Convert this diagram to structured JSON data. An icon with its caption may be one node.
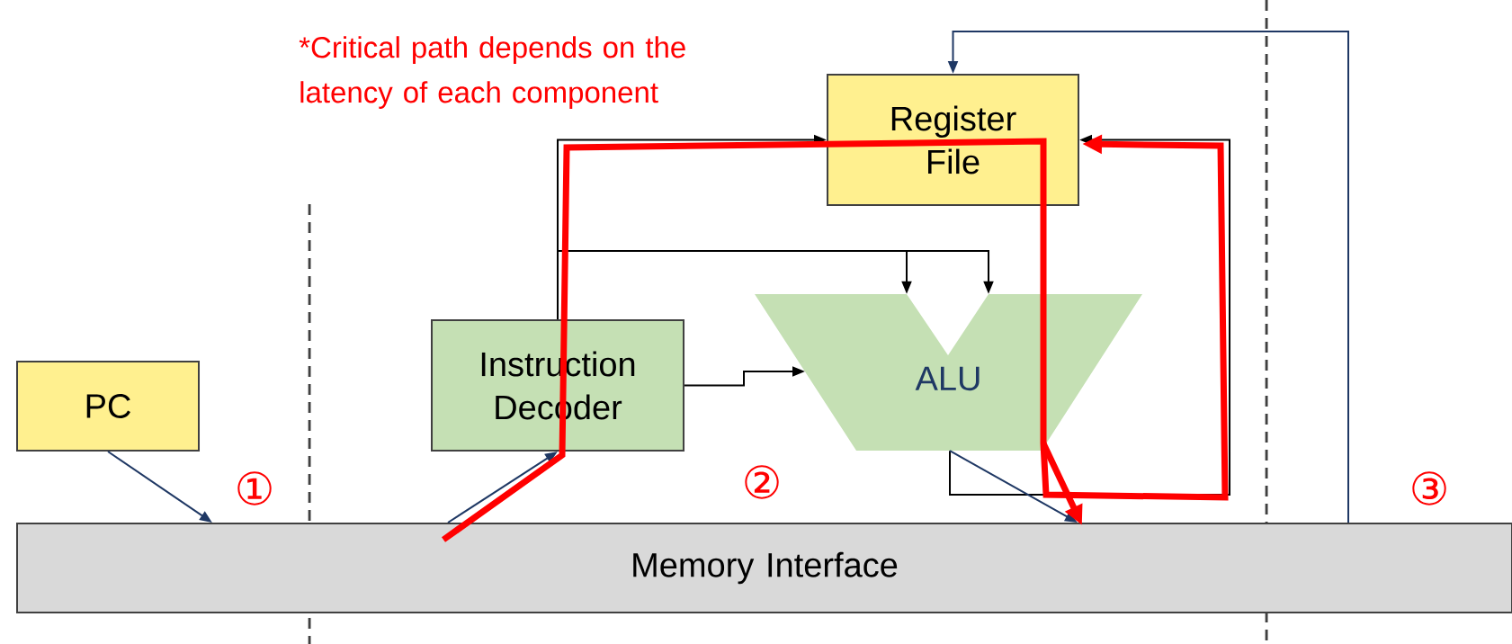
{
  "diagram": {
    "nodes": [
      {
        "text": [
          "PC"
        ]
      },
      {
        "text": [
          "Memory Interface"
        ]
      },
      {
        "text": [
          "Instruction Decoder"
        ]
      },
      {
        "text": [
          "Register File"
        ]
      },
      {
        "text": [
          "ALU"
        ]
      }
    ],
    "edges": [
      {
        "from": 0,
        "to": 1,
        "arrow": "to",
        "color": "#1f3864"
      },
      {
        "from": 1,
        "to": 2,
        "arrow": "to",
        "color": "#1f3864"
      },
      {
        "from": 2,
        "to": 3,
        "arrow": "to"
      },
      {
        "from": 2,
        "to": 4,
        "arrow": "to"
      },
      {
        "from": 2,
        "to": 4,
        "arrow": "to"
      },
      {
        "from": 2,
        "to": 4,
        "arrow": "to"
      },
      {
        "from": 4,
        "to": 3,
        "arrow": "to"
      },
      {
        "from": 4,
        "to": 1,
        "arrow": "to",
        "color": "#1f3864"
      },
      {
        "from": 1,
        "to": 3,
        "arrow": "to",
        "color": "#1f3864"
      }
    ],
    "labels": [
      "*Critical path depends on the latency of each component",
      "①",
      "②",
      "③"
    ]
  }
}
